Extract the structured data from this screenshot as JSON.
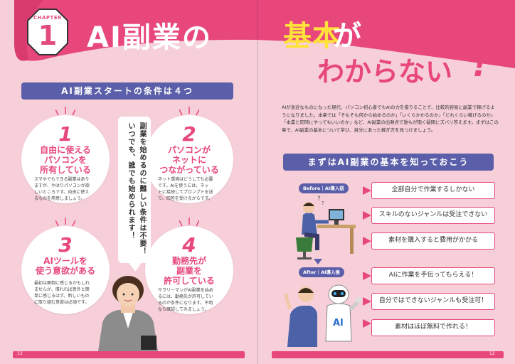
{
  "chapter": {
    "label": "CHAPTER",
    "number": "1"
  },
  "title": {
    "part1": "AI副業の",
    "part2": "基本",
    "part3": "が",
    "part4": "わからない",
    "exclaim": "!"
  },
  "left": {
    "ribbon": "AI副業スタートの条件は４つ",
    "conditions": [
      {
        "num": "1",
        "head": [
          "自由に使える",
          "パソコンを",
          "所有している"
        ],
        "body": [
          "スマホでもできる副業はあり",
          "ますが、やはりパソコンが欲",
          "しいところです。自由に使え",
          "るものを用意しましょう。"
        ]
      },
      {
        "num": "2",
        "head": [
          "パソコンが",
          "ネットに",
          "つながっている"
        ],
        "body": [
          "ネット環境はどうしても必要",
          "です。AIを使うには、ネッ",
          "トに接続してプロンプトを送",
          "り、回答を受けるからです。"
        ]
      },
      {
        "num": "3",
        "head": [
          "AIツールを",
          "使う意欲がある"
        ],
        "body": [
          "最初は面倒に感じるかもしれ",
          "ませんが、慣れれば意外と簡",
          "単に感じるはず。新しいもの",
          "に取り組む意欲は必須です。"
        ]
      },
      {
        "num": "4",
        "head": [
          "勤務先が",
          "副業を",
          "許可している"
        ],
        "body": [
          "サラリーマンがAI副業を始め",
          "るには、勤務先が許可してい",
          "るのが条件になります。不明",
          "なら確認してみましょう。"
        ]
      }
    ],
    "speech": [
      "副業を始めるのに難しい条件は不要！",
      "いつでも、誰でも始められます！"
    ],
    "page": "13"
  },
  "right": {
    "intro": "AIが身近なものになった現代、パソコン初心者でもAIの力を借りることで、比較的容易に副業で稼げるようになりました。本章では「そもそも何から始めるのか」「いくらかかるのか」「どれくらい稼げるのか」「本業と同時にやってもいいのか」など、AI副業の出発点で誰もが抱く疑問にズバリ答えます。まずはこの章で、AI副業の基本について学び、自分にあった稼ぎ方を見つけましょう。",
    "ribbon": "まずはAI副業の基本を知っておこう",
    "before_tag": "Before｜AI導入前",
    "after_tag": "After｜AI導入後",
    "before_items": [
      "全部自分で作業するしかない",
      "スキルのないジャンルは受注できない",
      "素材を購入すると費用がかかる"
    ],
    "after_items": [
      "AIに作業を手伝ってもらえる！",
      "自分ではできないジャンルも受注可！",
      "素材はほぼ無料で作れる！"
    ],
    "robot_label": "AI",
    "page": "12"
  },
  "colors": {
    "pink": "#e8477c",
    "navy": "#5b5ea8",
    "yellow": "#ffe23a",
    "bg": "#f6cfd9"
  }
}
